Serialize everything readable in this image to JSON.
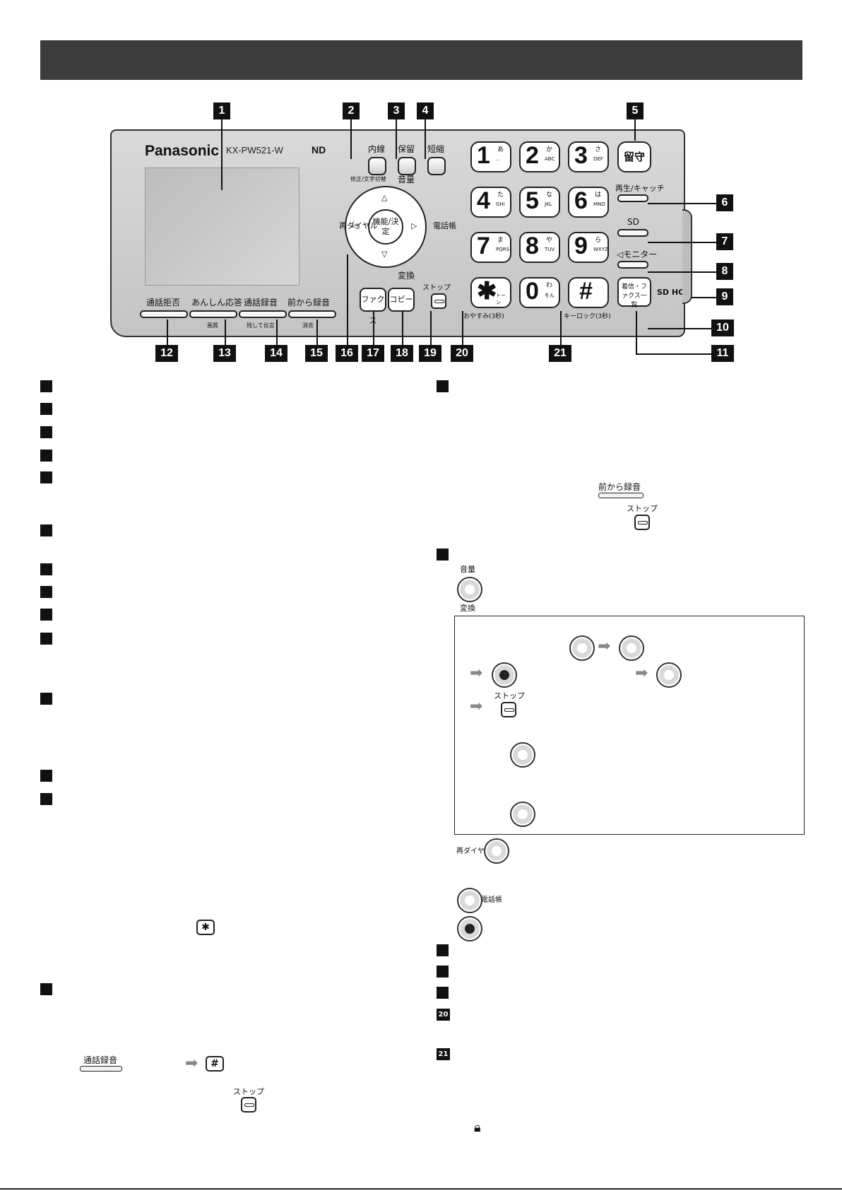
{
  "device": {
    "brand": "Panasonic",
    "model": "KX-PW521-W",
    "nd_logo": "ND",
    "sd_logo": "SD HC",
    "buttons": {
      "naisen": "内線",
      "naisen_sub": "修正/文字切替",
      "horyu": "保留",
      "tanshuku": "短縮",
      "rusu": "留守",
      "saisei": "再生/キャッチ",
      "sd": "SD",
      "monitor": "◁モニター",
      "chakushin": "着信・ファクス一覧",
      "onryo": "音量",
      "henkan": "変換",
      "redial": "再ダイヤル",
      "phonebook": "電話帳",
      "kino": "機能/決定",
      "fax": "ファクス",
      "copy": "コピー",
      "stop": "ストップ",
      "oyasumi": "おやすみ(3秒)",
      "keylock": "キーロック(3秒)",
      "tsuwa_kyohi": "通話拒否",
      "anshin_outou": "あんしん応答",
      "tsuwa_rokuon": "通話録音",
      "maekara_rokuon": "前から録音",
      "gashitsu": "画質",
      "nokoshite_dengon": "残して伝言",
      "shokyo": "消去"
    },
    "keypad": [
      {
        "digit": "1",
        "kana": "あ",
        "abc": "‥"
      },
      {
        "digit": "2",
        "kana": "か",
        "abc": "ABC"
      },
      {
        "digit": "3",
        "kana": "さ",
        "abc": "DEF"
      },
      {
        "digit": "4",
        "kana": "た",
        "abc": "GHI"
      },
      {
        "digit": "5",
        "kana": "な",
        "abc": "JKL"
      },
      {
        "digit": "6",
        "kana": "は",
        "abc": "MNO"
      },
      {
        "digit": "7",
        "kana": "ま",
        "abc": "PQRS"
      },
      {
        "digit": "8",
        "kana": "や",
        "abc": "TUV"
      },
      {
        "digit": "9",
        "kana": "ら",
        "abc": "WXYZ"
      },
      {
        "digit": "✱",
        "kana": "",
        "abc": "トーン"
      },
      {
        "digit": "0",
        "kana": "わ",
        "abc": "をん"
      },
      {
        "digit": "#",
        "kana": "",
        "abc": ""
      }
    ]
  },
  "callouts": [
    "1",
    "2",
    "3",
    "4",
    "5",
    "6",
    "7",
    "8",
    "9",
    "10",
    "11",
    "12",
    "13",
    "14",
    "15",
    "16",
    "17",
    "18",
    "19",
    "20",
    "21"
  ],
  "body": {
    "bullet_20": "20",
    "bullet_21": "21",
    "tsuwa_rokuon": "通話録音",
    "maekara_rokuon": "前から録音",
    "stop": "ストップ",
    "onryo": "音量",
    "henkan": "変換",
    "redial": "再ダイヤル",
    "phonebook": "電話帳",
    "hash": "#",
    "star": "✱"
  }
}
